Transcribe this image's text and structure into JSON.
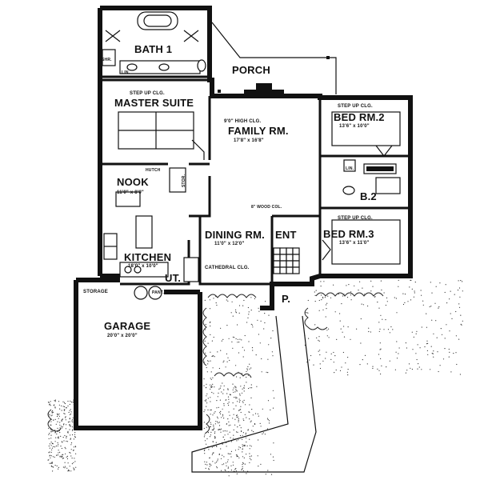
{
  "rooms": {
    "bath1": "BATH 1",
    "shr": "SHR.",
    "lin_top": "LIN.",
    "porch": "PORCH",
    "master_clg": "STEP UP CLG.",
    "master": "MASTER SUITE",
    "family_clg": "9'0\" HIGH CLG.",
    "family": "FAMILY RM.",
    "family_dim": "17'8\" x 16'8\"",
    "bed2_clg": "STEP UP CLG.",
    "bed2": "BED RM.2",
    "bed2_dim": "13'6\" x 10'0\"",
    "lin": "LIN.",
    "b2": "B.2",
    "bed3_clg": "STEP UP CLG.",
    "bed3": "BED RM.3",
    "bed3_dim": "13'6\" x 11'0\"",
    "hutch": "HUTCH",
    "stor": "STOR.",
    "nook": "NOOK",
    "nook_dim": "11'0\" x 8'0\"",
    "wood_col": "8\" WOOD COL.",
    "dining": "DINING RM.",
    "dining_dim": "11'0\" x 12'0\"",
    "ent": "ENT",
    "cathedral": "CATHEDRAL CLG.",
    "kitchen": "KITCHEN",
    "kitchen_dim": "18'0\" x 10'0\"",
    "ut": "UT.",
    "storage": "STORAGE",
    "pant": "PANT.",
    "p": "P.",
    "garage": "GARAGE",
    "garage_dim": "20'0\" x 20'0\""
  }
}
